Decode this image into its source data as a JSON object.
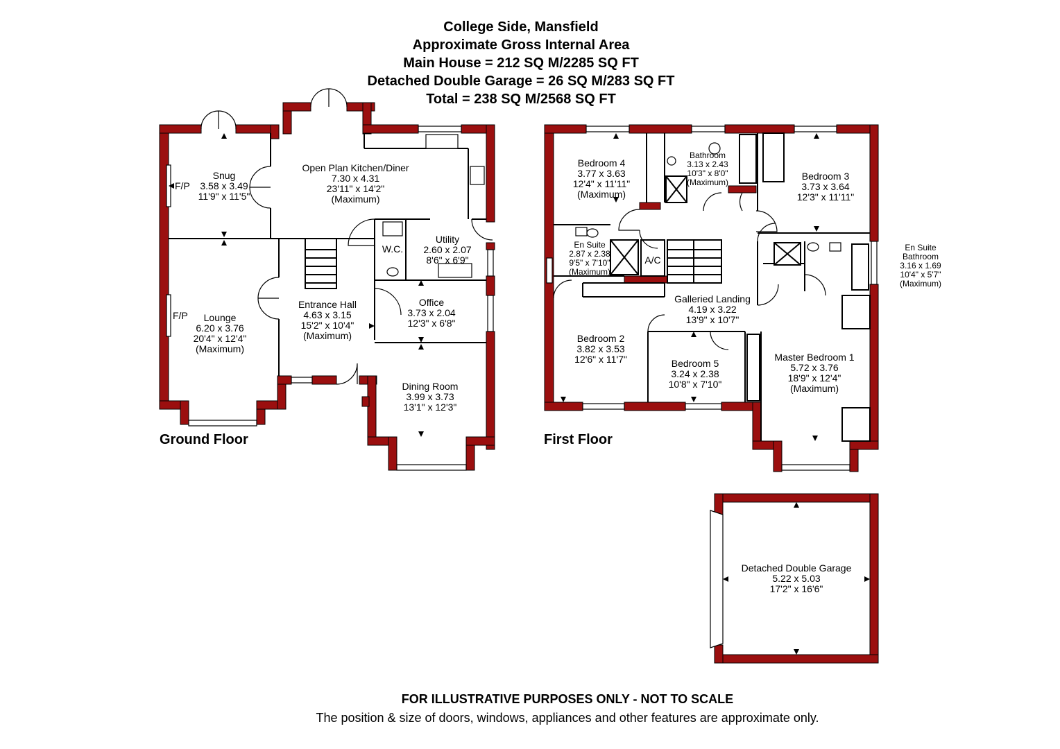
{
  "header": {
    "title": "College Side, Mansfield",
    "subtitle": "Approximate Gross Internal Area",
    "main_house": "Main House = 212 SQ M/2285 SQ FT",
    "garage_area": "Detached Double Garage = 26 SQ M/283 SQ FT",
    "total": "Total = 238 SQ M/2568 SQ FT"
  },
  "floors": {
    "ground": "Ground Floor",
    "first": "First Floor"
  },
  "rooms": {
    "snug": {
      "name": "Snug",
      "metric": "3.58 x 3.49",
      "imperial": "11'9\" x 11'5\""
    },
    "kitchen": {
      "name": "Open Plan Kitchen/Diner",
      "metric": "7.30 x 4.31",
      "imperial": "23'11\" x 14'2\"",
      "note": "(Maximum)"
    },
    "wc": {
      "name": "W.C."
    },
    "utility": {
      "name": "Utility",
      "metric": "2.60 x 2.07",
      "imperial": "8'6\" x 6'9\""
    },
    "lounge": {
      "name": "Lounge",
      "metric": "6.20 x 3.76",
      "imperial": "20'4\" x 12'4\"",
      "note": "(Maximum)"
    },
    "hall": {
      "name": "Entrance Hall",
      "metric": "4.63 x 3.15",
      "imperial": "15'2\" x 10'4\"",
      "note": "(Maximum)"
    },
    "office": {
      "name": "Office",
      "metric": "3.73 x 2.04",
      "imperial": "12'3\" x 6'8\""
    },
    "dining": {
      "name": "Dining Room",
      "metric": "3.99 x 3.73",
      "imperial": "13'1\" x 12'3\""
    },
    "bed4": {
      "name": "Bedroom 4",
      "metric": "3.77 x 3.63",
      "imperial": "12'4\" x 11'11\"",
      "note": "(Maximum)"
    },
    "bath": {
      "name": "Bathroom",
      "metric": "3.13 x 2.43",
      "imperial": "10'3\" x 8'0\"",
      "note": "(Maximum)"
    },
    "bed3": {
      "name": "Bedroom 3",
      "metric": "3.73 x 3.64",
      "imperial": "12'3\" x 11'11\""
    },
    "ensuite": {
      "name": "En Suite",
      "metric": "2.87 x 2.38",
      "imperial": "9'5\" x 7'10\"",
      "note": "(Maximum)"
    },
    "ac": {
      "name": "A/C"
    },
    "ensuite_bath": {
      "name": "En Suite",
      "name2": "Bathroom",
      "metric": "3.16 x 1.69",
      "imperial": "10'4\" x 5'7\"",
      "note": "(Maximum)"
    },
    "landing": {
      "name": "Galleried Landing",
      "metric": "4.19 x 3.22",
      "imperial": "13'9\" x 10'7\""
    },
    "bed2": {
      "name": "Bedroom 2",
      "metric": "3.82 x 3.53",
      "imperial": "12'6\" x 11'7\""
    },
    "bed5": {
      "name": "Bedroom 5",
      "metric": "3.24 x 2.38",
      "imperial": "10'8\" x 7'10\""
    },
    "master": {
      "name": "Master Bedroom 1",
      "metric": "5.72 x 3.76",
      "imperial": "18'9\" x 12'4\"",
      "note": "(Maximum)"
    },
    "garage": {
      "name": "Detached Double Garage",
      "metric": "5.22 x 5.03",
      "imperial": "17'2\" x 16'6\""
    }
  },
  "labels": {
    "fp": "F/P"
  },
  "colors": {
    "wall": "#9b0f0f",
    "line": "#000000"
  },
  "disclaimer": {
    "line1": "FOR ILLUSTRATIVE PURPOSES ONLY - NOT TO SCALE",
    "line2": "The position & size of doors, windows, appliances and other features are approximate only."
  }
}
